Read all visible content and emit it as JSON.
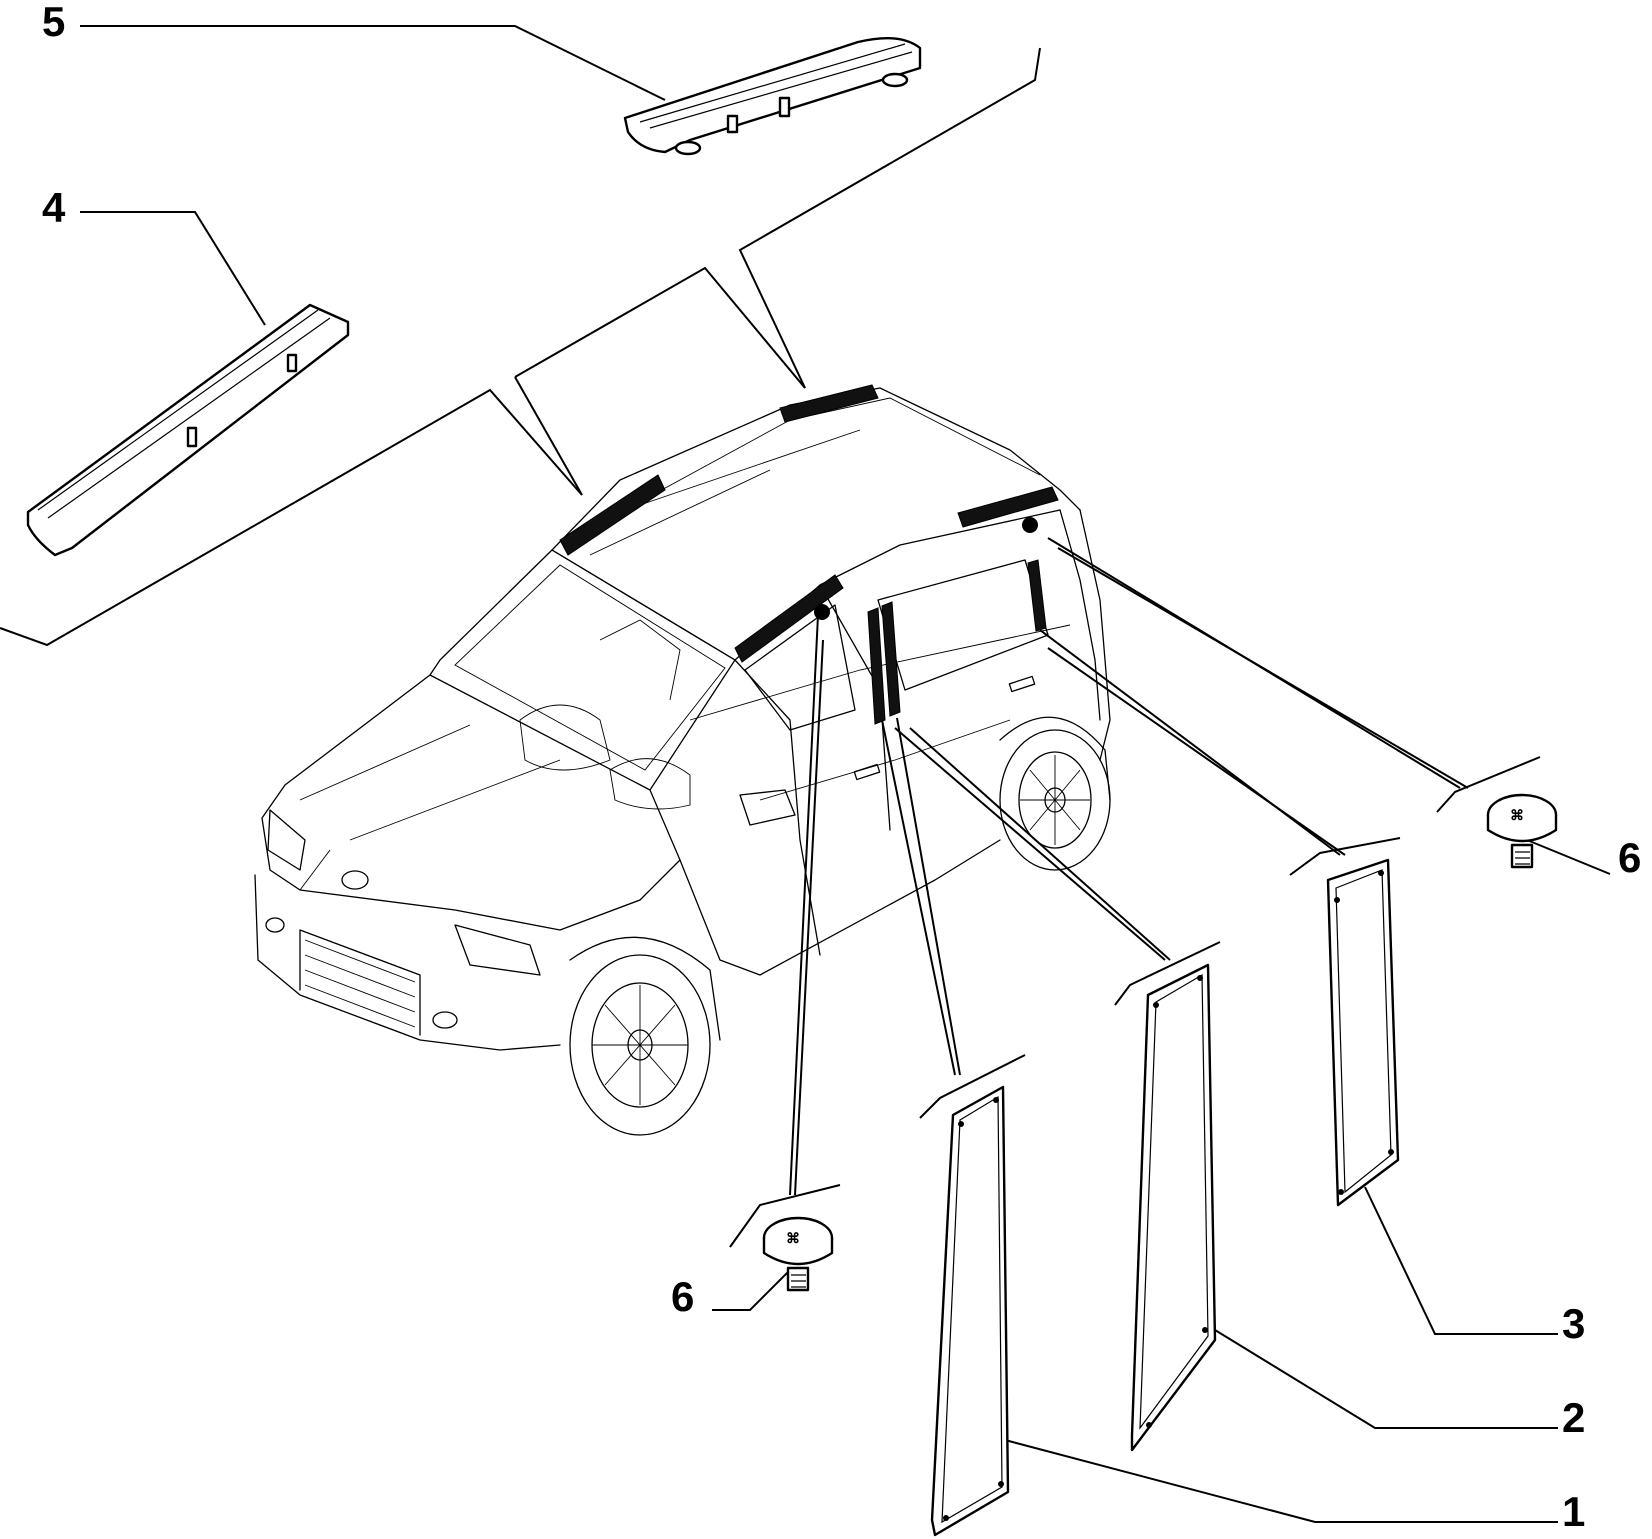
{
  "callouts": [
    {
      "id": "1",
      "label": "1",
      "part": "b-pillar-trim-front"
    },
    {
      "id": "2",
      "label": "2",
      "part": "b-pillar-trim-rear"
    },
    {
      "id": "3",
      "label": "3",
      "part": "c-pillar-trim"
    },
    {
      "id": "4",
      "label": "4",
      "part": "roof-rail-cover-front"
    },
    {
      "id": "5",
      "label": "5",
      "part": "roof-rail-cover-rear"
    },
    {
      "id": "6a",
      "label": "6",
      "part": "fastener-clip-left"
    },
    {
      "id": "6b",
      "label": "6",
      "part": "fastener-clip-right"
    }
  ],
  "colors": {
    "line": "#000000",
    "background": "#ffffff",
    "highlight": "#111111"
  }
}
